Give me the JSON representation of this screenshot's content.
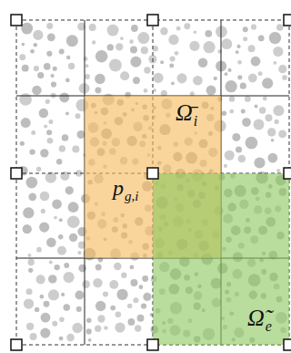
{
  "diagram": {
    "nodes": [
      {
        "text": [
          "Ω̄",
          "i"
        ]
      },
      {
        "text": [
          "Ω̃",
          "e"
        ]
      }
    ],
    "labels": [
      "p",
      "g,i"
    ]
  }
}
